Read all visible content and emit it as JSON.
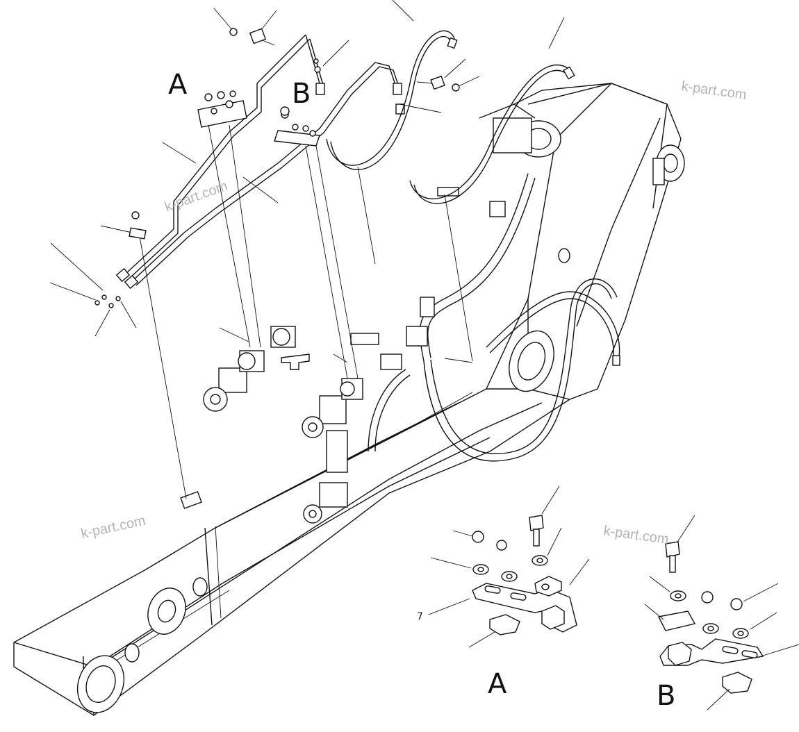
{
  "view_labels": {
    "a_main": "A",
    "b_main": "B",
    "a_detail": "A",
    "b_detail": "B"
  },
  "callout_7": "7",
  "watermark": "k-part.com",
  "colors": {
    "ink": "#111111",
    "watermark": "#b4b4b4",
    "background": "#ffffff"
  }
}
